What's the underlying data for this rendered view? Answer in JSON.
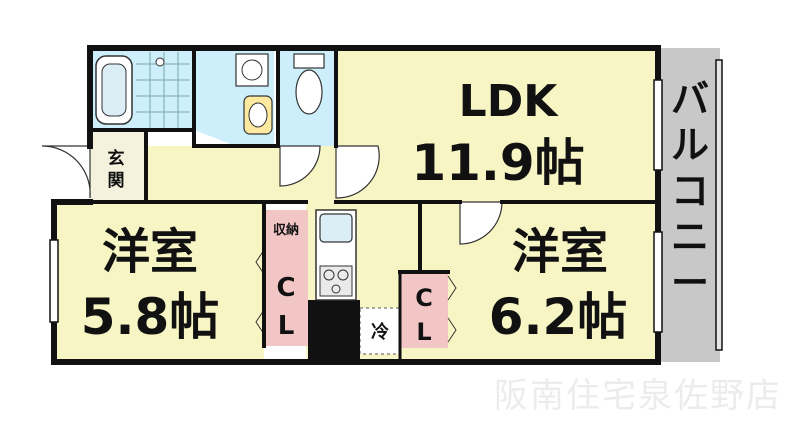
{
  "rooms": {
    "ldk": {
      "name": "LDK",
      "size": "11.9帖"
    },
    "western_left": {
      "name": "洋室",
      "size": "5.8帖"
    },
    "western_right": {
      "name": "洋室",
      "size": "6.2帖"
    },
    "balcony": "バルコニー",
    "entrance": "玄関",
    "storage": "収納",
    "closet_left": [
      "C",
      "L"
    ],
    "closet_right": [
      "C",
      "L"
    ],
    "fridge": "冷"
  },
  "watermark": "阪南住宅泉佐野店",
  "colors": {
    "room_fill": "#f8f5c4",
    "wet_fill": "#cdeffb",
    "closet_fill": "#f3c6c6",
    "balcony_fill": "#c8c8c8",
    "wall": "#111111"
  }
}
